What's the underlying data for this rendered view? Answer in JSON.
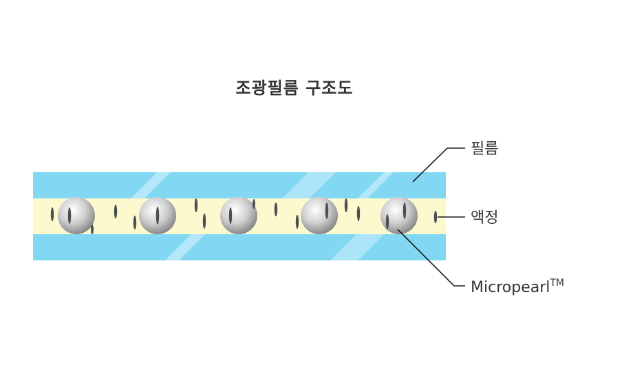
{
  "title": "조광필름 구조도",
  "labels": {
    "film": "필름",
    "liquid_crystal": "액정",
    "micropearl": "Micropearl",
    "micropearl_mark": "TM"
  },
  "colors": {
    "film": "#82d8f3",
    "film_highlight": "#c8eefb",
    "liquid_crystal": "#fdf9cf",
    "pearl": "#d0d0d0",
    "crystal_mark": "#4a4f52",
    "line": "#1a1a1a",
    "text": "#333333"
  }
}
